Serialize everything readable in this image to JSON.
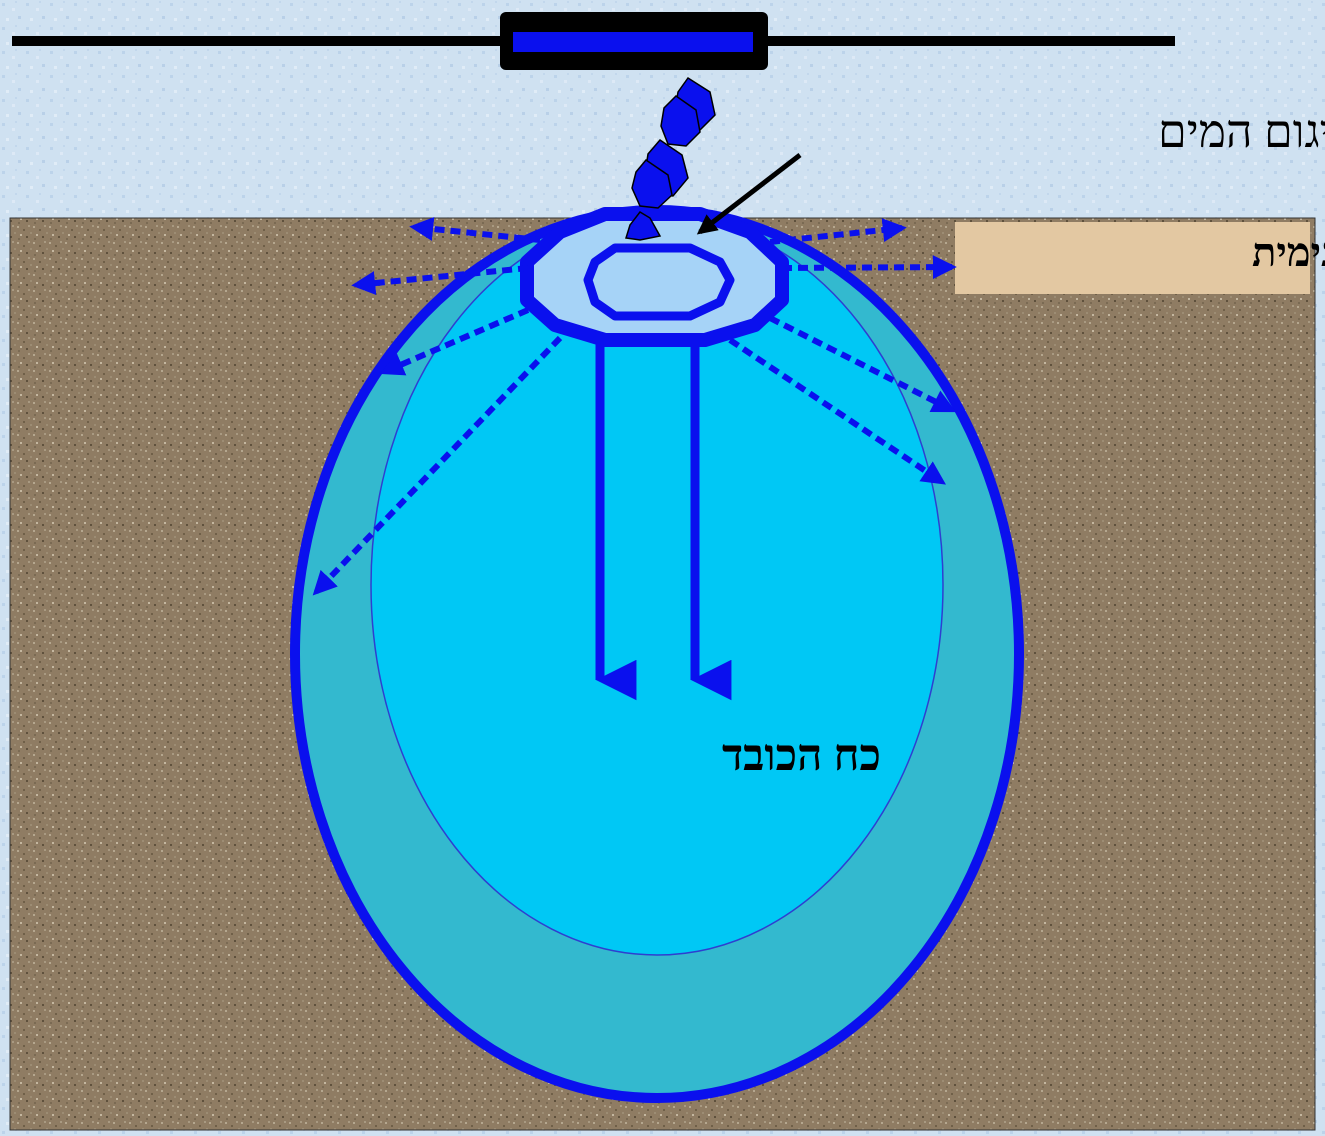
{
  "labels": {
    "pooling_zone": "אזור איגום המים",
    "capillary_movement": "תנועה נימית",
    "gravity": "כח הכובד"
  },
  "colors": {
    "sky": "#cfe1f1",
    "soil": "#8f7c63",
    "soil_label_box": "#e3c8a2",
    "outer_wet_zone": "#33b9cf",
    "inner_wet_zone": "#00c8f5",
    "outline_blue": "#0a10ee",
    "pond_fill": "#a6d3f7",
    "text": "#000000"
  }
}
